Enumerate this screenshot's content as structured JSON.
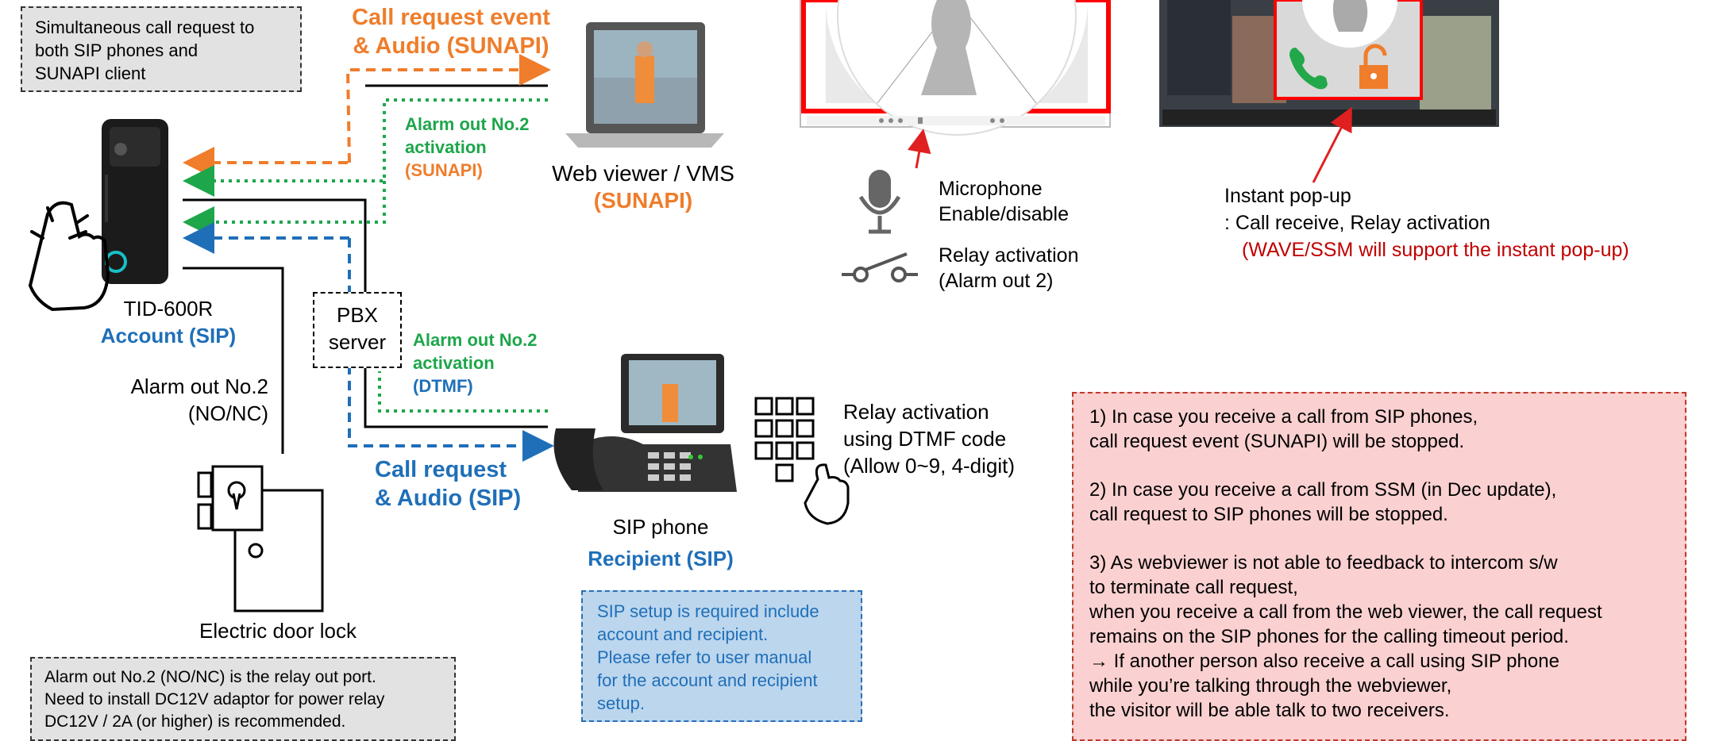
{
  "notes": {
    "top_left": [
      "Simultaneous call request to",
      "both SIP phones and",
      "SUNAPI client"
    ],
    "bottom_left": [
      "Alarm out No.2 (NO/NC) is the relay out port.",
      "Need to install DC12V adaptor for power relay",
      "DC12V / 2A (or higher) is recommended."
    ],
    "sip_setup": [
      "SIP setup is required include",
      "account and recipient.",
      "Please refer to user manual",
      "for the account and recipient",
      "setup."
    ],
    "cases": [
      [
        "1) In case you receive a call from SIP phones,",
        "    call request event (SUNAPI) will be stopped."
      ],
      [
        "2) In case you receive a call from SSM (in Dec update),",
        "    call request to SIP phones will be stopped."
      ],
      [
        "3) As webviewer is not able to feedback to intercom s/w",
        "    to terminate call request,",
        "    when you receive a call from the web viewer, the call request",
        "    remains on the SIP phones for the calling timeout period.",
        "    → If another person also receive a call using SIP phone",
        "        while you’re talking through the webviewer,",
        "        the visitor will be able talk to two receivers."
      ]
    ]
  },
  "labels": {
    "call_event": [
      "Call request event",
      "& Audio (SUNAPI)"
    ],
    "alarm_sunapi": [
      "Alarm out No.2",
      "activation",
      "(SUNAPI)"
    ],
    "alarm_dtmf": [
      "Alarm out No.2",
      "activation",
      "(DTMF)"
    ],
    "call_sip": [
      "Call request",
      "& Audio (SIP)"
    ],
    "device_name": "TID-600R",
    "device_role": "Account (SIP)",
    "pbx": [
      "PBX",
      "server"
    ],
    "alarm_port": [
      "Alarm out No.2",
      "(NO/NC)"
    ],
    "door_lock": "Electric door lock",
    "web_viewer": "Web viewer / VMS",
    "web_viewer_role": "(SUNAPI)",
    "sip_phone": "SIP phone",
    "sip_phone_role": "Recipient (SIP)",
    "dtmf": [
      "Relay activation",
      "using DTMF code",
      "(Allow 0~9, 4-digit)"
    ],
    "microphone": [
      "Microphone",
      "Enable/disable"
    ],
    "relay": [
      "Relay activation",
      "(Alarm out 2)"
    ],
    "popup": [
      "Instant pop-up",
      ": Call receive, Relay activation"
    ],
    "popup_note": "(WAVE/SSM will support the instant pop-up)"
  },
  "colors": {
    "orange": "#ef7d2b",
    "green": "#1ea64b",
    "blue": "#1f6fb8",
    "red": "#c00000",
    "highlight_frame": "#ff0000"
  },
  "icons": [
    "hand-pointer-icon",
    "microphone-icon",
    "relay-switch-icon",
    "keypad-icon",
    "phone-icon",
    "unlock-icon",
    "door-lock-icon"
  ]
}
